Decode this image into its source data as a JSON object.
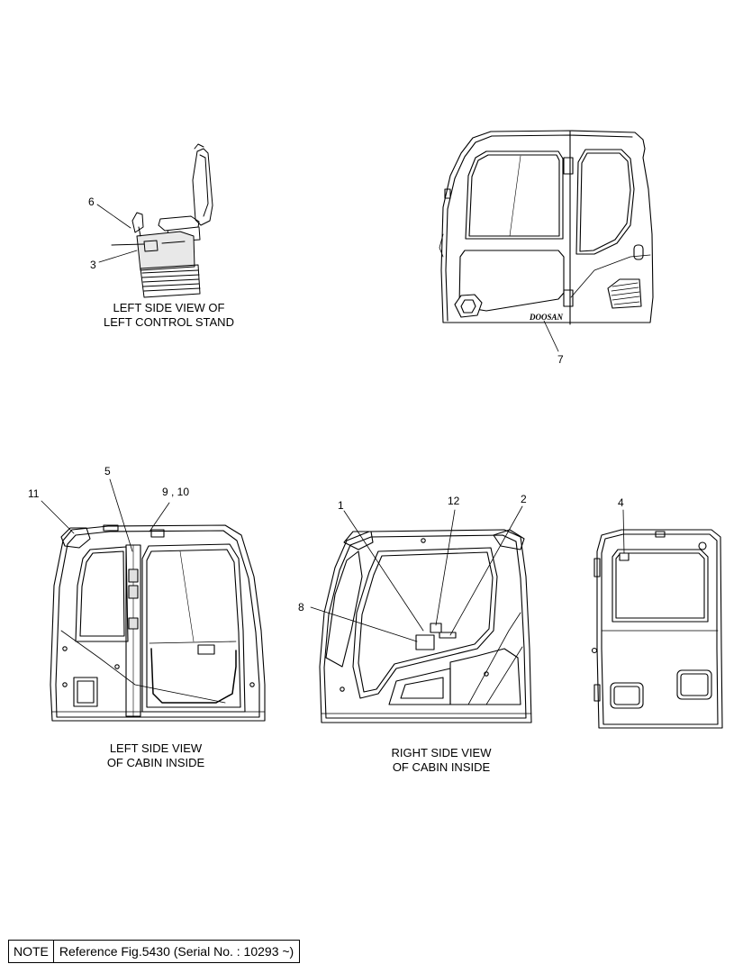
{
  "views": {
    "control_stand": {
      "line1": "LEFT SIDE VIEW OF",
      "line2": "LEFT CONTROL STAND"
    },
    "cabin_left": {
      "line1": "LEFT SIDE VIEW",
      "line2": "OF CABIN INSIDE"
    },
    "cabin_right": {
      "line1": "RIGHT SIDE VIEW",
      "line2": "OF CABIN INSIDE"
    }
  },
  "callouts": {
    "c1": "1",
    "c2": "2",
    "c3": "3",
    "c4": "4",
    "c5": "5",
    "c6": "6",
    "c7": "7",
    "c8": "8",
    "c9_10": "9 , 10",
    "c11": "11",
    "c12": "12"
  },
  "brand_logo": "DOOSAN",
  "note": {
    "label": "NOTE",
    "text": "Reference Fig.5430 (Serial No. : 10293 ~)"
  }
}
